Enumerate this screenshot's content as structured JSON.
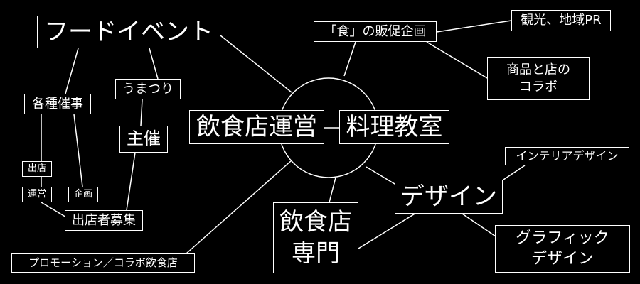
{
  "diagram": {
    "colors": {
      "background": "#000000",
      "stroke": "#ffffff",
      "text": "#ffffff"
    },
    "nodes": {
      "food_event": "フードイベント",
      "umatsuri": "うまつり",
      "kakushu_saiji": "各種催事",
      "shusai": "主催",
      "shutten": "出店",
      "unei": "運営",
      "kikaku": "企画",
      "shutten_boshu": "出店者募集",
      "inshokuten_unei": "飲食店運営",
      "ryori_kyoshitsu": "料理教室",
      "hansoku_kikaku": "「食」の販促企画",
      "kanko_pr": "観光、地域PR",
      "shohin_collab": {
        "line1": "商品と店の",
        "line2": "コラボ"
      },
      "interior_design": "インテリアデザイン",
      "design": "デザイン",
      "graphic_design": {
        "line1": "グラフィック",
        "line2": "デザイン"
      },
      "inshokuten_senmon": {
        "line1": "飲食店",
        "line2": "専門"
      },
      "promotion_collab": "プロモーション／コラボ飲食店"
    }
  }
}
